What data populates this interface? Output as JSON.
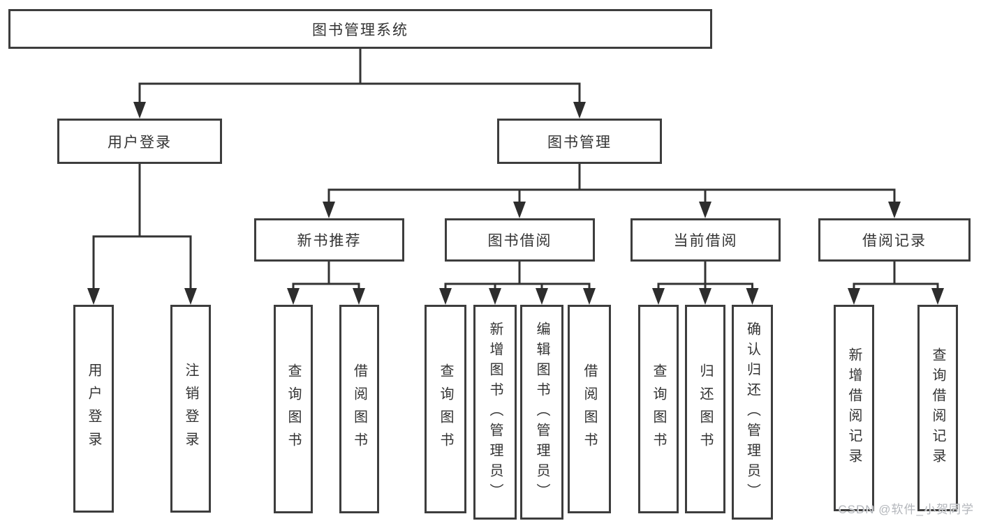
{
  "diagram": {
    "title_node": {
      "label": "图书管理系统"
    },
    "user_login": {
      "label": "用户登录",
      "children": [
        {
          "label": "用户登录"
        },
        {
          "label": "注销登录"
        }
      ]
    },
    "book_management": {
      "label": "图书管理",
      "children": [
        {
          "label": "新书推荐",
          "children": [
            {
              "label": "查询图书"
            },
            {
              "label": "借阅图书"
            }
          ]
        },
        {
          "label": "图书借阅",
          "children": [
            {
              "label": "查询图书"
            },
            {
              "label": "新增图书（管理员）"
            },
            {
              "label": "编辑图书（管理员）"
            },
            {
              "label": "借阅图书"
            }
          ]
        },
        {
          "label": "当前借阅",
          "children": [
            {
              "label": "查询图书"
            },
            {
              "label": "归还图书"
            },
            {
              "label": "确认归还（管理员）"
            }
          ]
        },
        {
          "label": "借阅记录",
          "children": [
            {
              "label": "新增借阅记录"
            },
            {
              "label": "查询借阅记录"
            }
          ]
        }
      ]
    }
  },
  "watermark": {
    "text": "CSDN @软件_小贺同学"
  },
  "colors": {
    "line": "#333333",
    "arrow": "#2d2d2d",
    "box_border": "#3d3d3d",
    "text": "#333333",
    "watermark": "#b3b6bb",
    "background": "#ffffff"
  }
}
